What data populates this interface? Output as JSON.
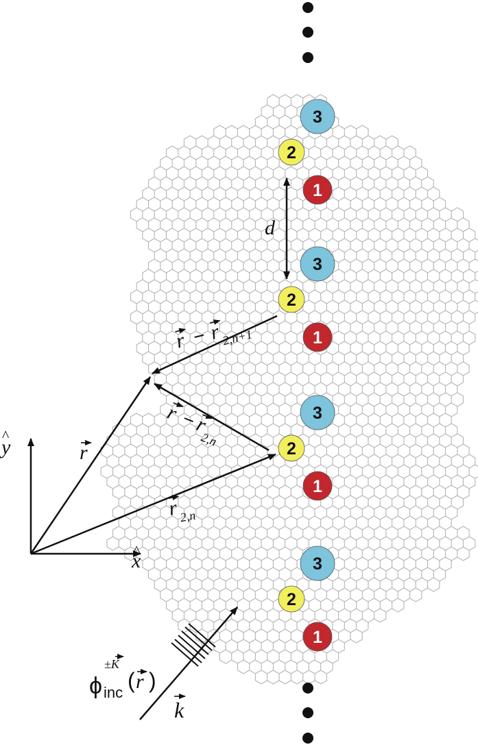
{
  "colors": {
    "lattice": "#b4b4b4",
    "atom_1": "#c1272d",
    "atom_2": "#f2ef5c",
    "atom_3": "#7dc4dc",
    "ink": "#111111"
  },
  "atom_labels": {
    "one": "1",
    "two": "2",
    "three": "3"
  },
  "atoms": [
    {
      "label": "3",
      "color": "#7dc4dc",
      "row": 0
    },
    {
      "label": "2",
      "color": "#f2ef5c",
      "row": 0
    },
    {
      "label": "1",
      "color": "#c1272d",
      "row": 0
    },
    {
      "label": "3",
      "color": "#7dc4dc",
      "row": 1
    },
    {
      "label": "2",
      "color": "#f2ef5c",
      "row": 1
    },
    {
      "label": "1",
      "color": "#c1272d",
      "row": 1
    },
    {
      "label": "3",
      "color": "#7dc4dc",
      "row": 2
    },
    {
      "label": "2",
      "color": "#f2ef5c",
      "row": 2
    },
    {
      "label": "1",
      "color": "#c1272d",
      "row": 2
    },
    {
      "label": "3",
      "color": "#7dc4dc",
      "row": 3
    },
    {
      "label": "2",
      "color": "#f2ef5c",
      "row": 3
    },
    {
      "label": "1",
      "color": "#c1272d",
      "row": 3
    }
  ],
  "labels": {
    "d": "d",
    "y_hat": "y",
    "x_hat": "x",
    "r": "r",
    "minus": "−",
    "r_sub": "r",
    "sub_2n1": "2,n+1",
    "sub_2n": "2,n",
    "phi": "ϕ",
    "phi_sup": "±K",
    "phi_sub": "inc",
    "phi_arg_open": "(",
    "phi_arg_r": "r",
    "phi_arg_close": ")",
    "k": "k"
  }
}
